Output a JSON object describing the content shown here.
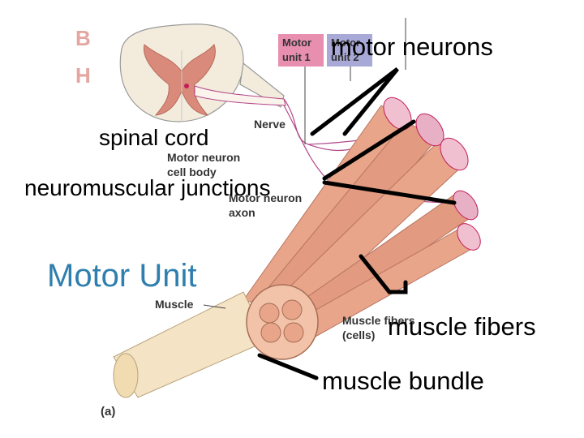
{
  "figure": {
    "corner_letters": [
      "B",
      "H"
    ],
    "legend": {
      "unit1": [
        "Motor",
        "unit 1"
      ],
      "unit2": [
        "Motor",
        "unit 2"
      ]
    },
    "labels": {
      "nerve": "Nerve",
      "cell_body": [
        "Motor neuron",
        "cell body"
      ],
      "axon": [
        "Motor neuron",
        "axon"
      ],
      "muscle": "Muscle",
      "muscle_fiber": [
        "Muscle fibers",
        "(cells)"
      ],
      "panel": "(a)"
    }
  },
  "overlay": {
    "motor_neurons": "motor neurons",
    "spinal_cord": "spinal cord",
    "neuromuscular_junctions": "neuromuscular junctions",
    "title": "Motor Unit",
    "muscle_fibers": "muscle fibers",
    "muscle_bundle": "muscle bundle"
  },
  "colors": {
    "title": "#2f7fae",
    "unit1": "#e88fb0",
    "unit2": "#a9a9d8",
    "muscle": "#e8a58a",
    "nerve": "#b3488a"
  }
}
